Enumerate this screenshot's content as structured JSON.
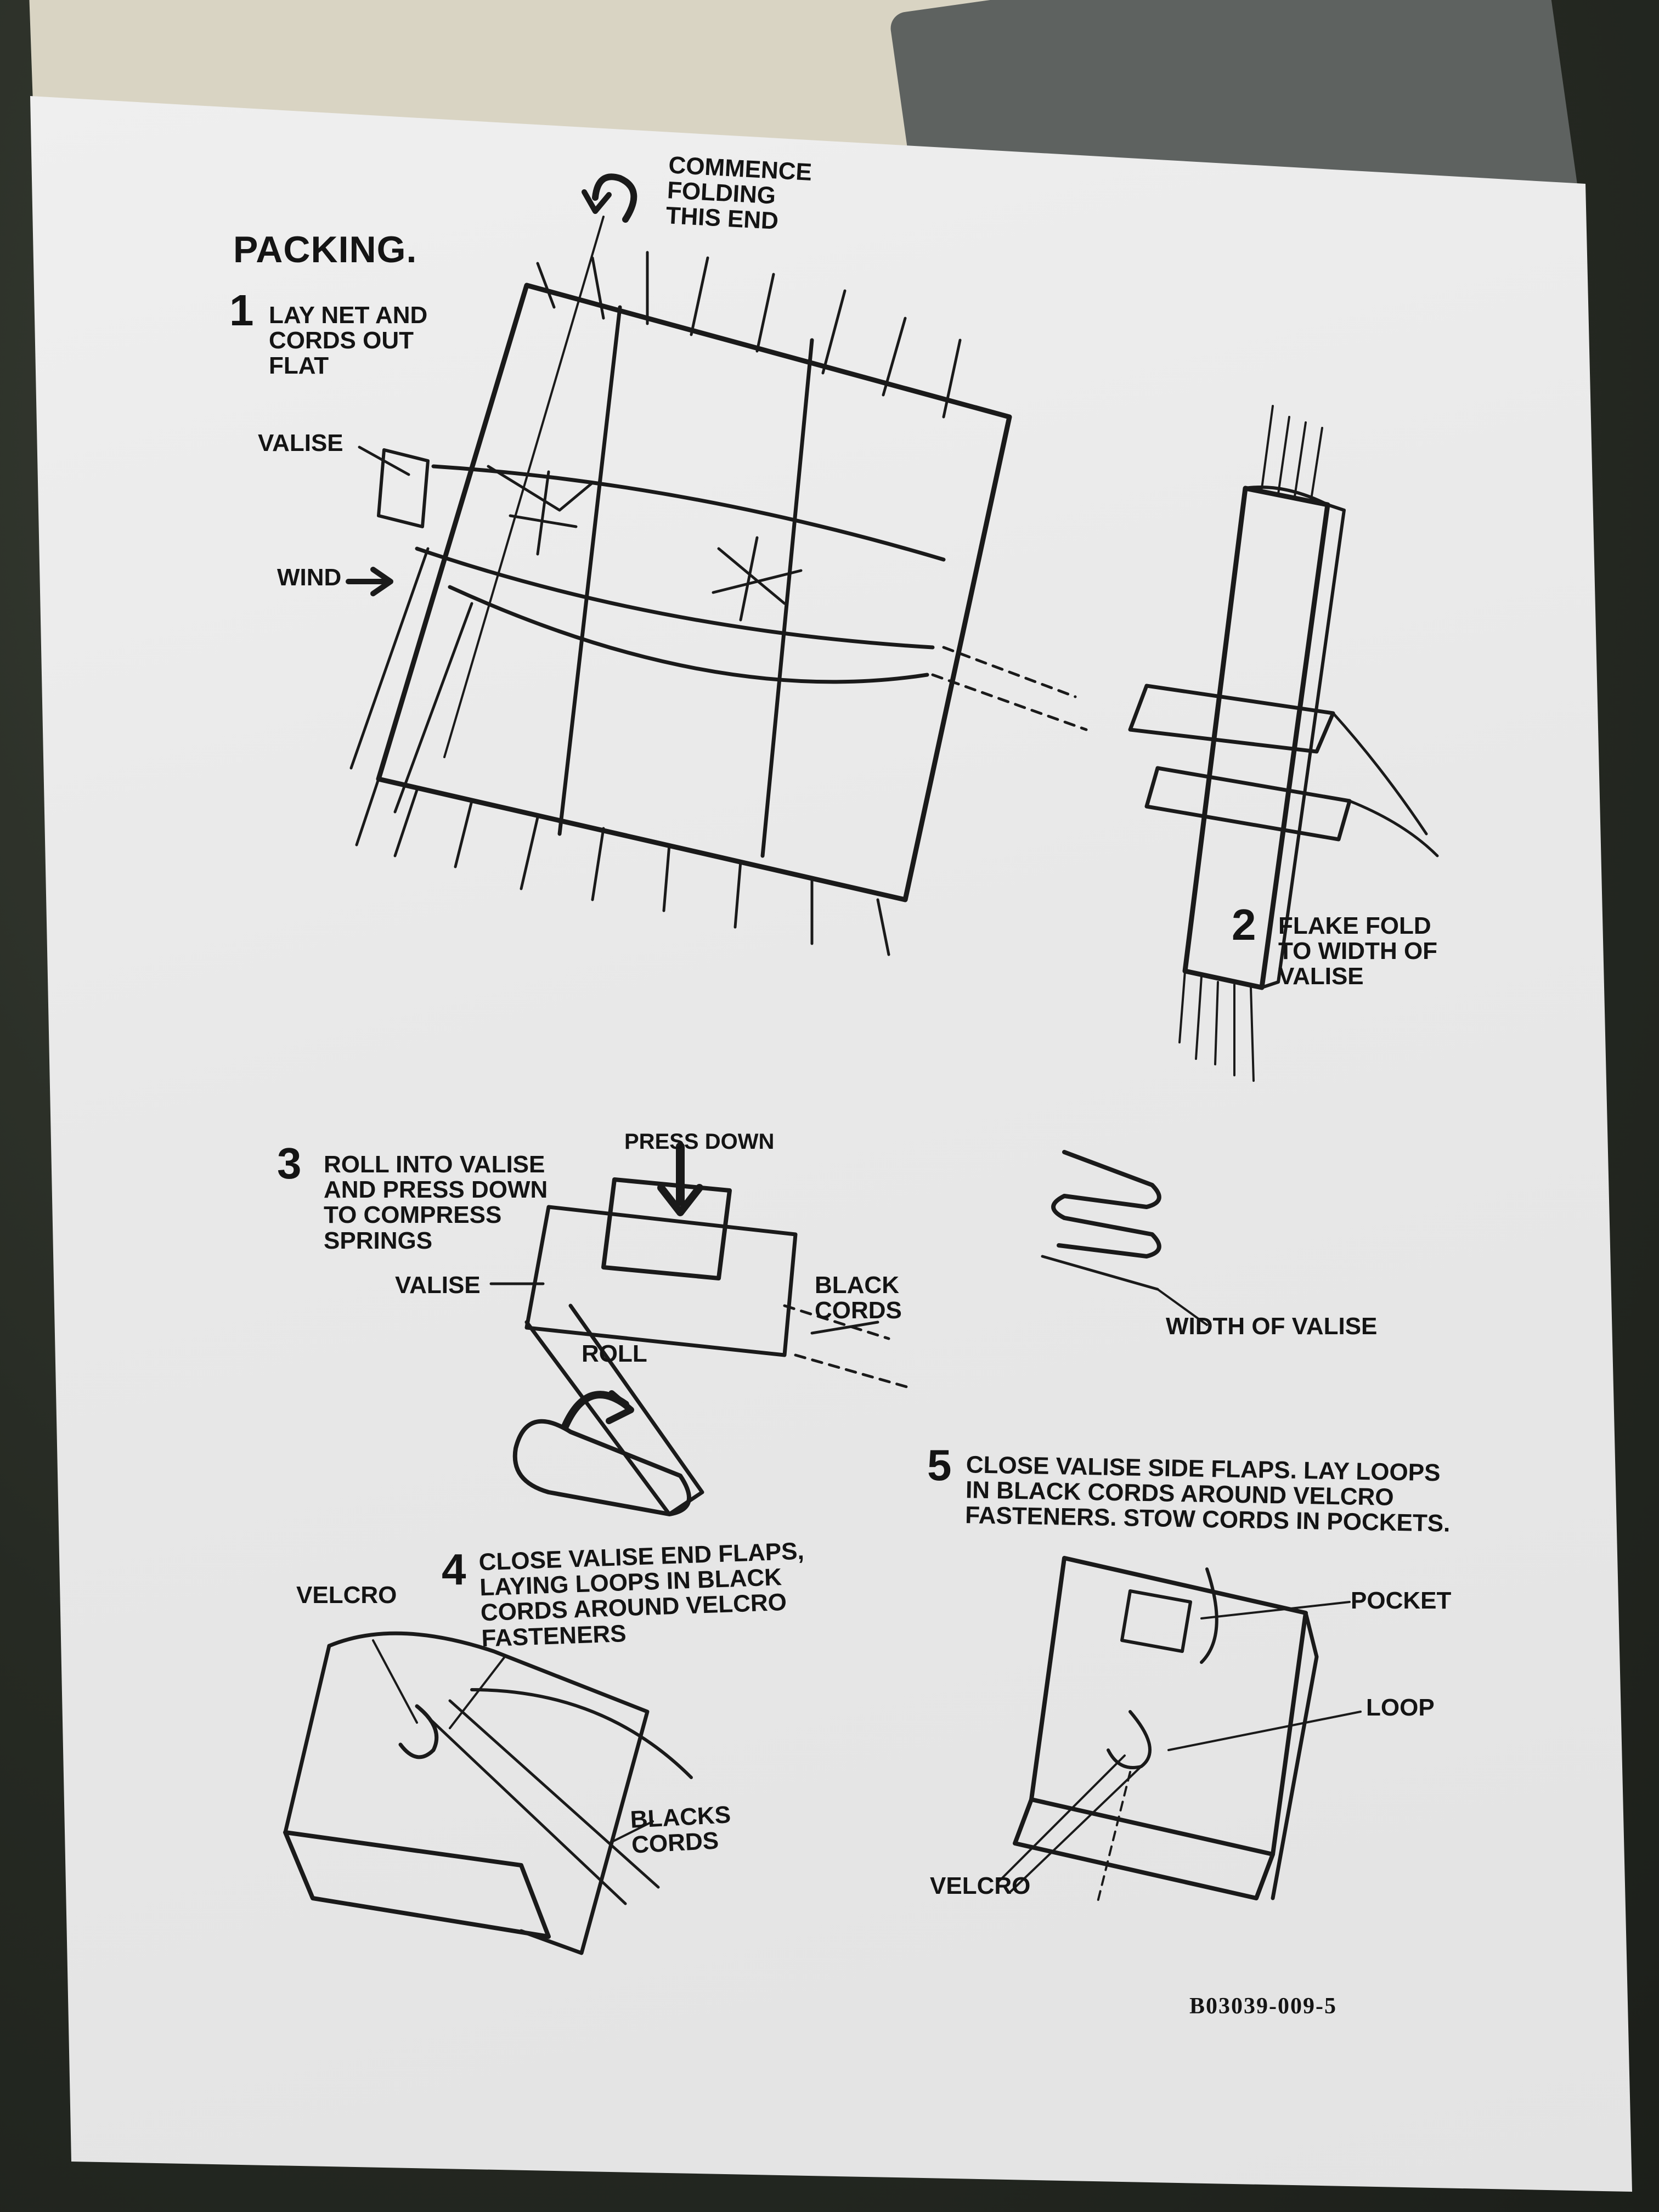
{
  "title": "PACKING.",
  "steps": [
    {
      "number": "1",
      "text": "LAY NET AND\nCORDS OUT\nFLAT"
    },
    {
      "number": "2",
      "text": "FLAKE FOLD\nTO WIDTH OF\nVALISE"
    },
    {
      "number": "3",
      "text": "ROLL INTO VALISE\nAND PRESS DOWN\nTO COMPRESS\nSPRINGS"
    },
    {
      "number": "4",
      "text": "CLOSE VALISE END FLAPS,\nLAYING LOOPS IN BLACK\nCORDS AROUND VELCRO\nFASTENERS"
    },
    {
      "number": "5",
      "text": "CLOSE VALISE SIDE FLAPS. LAY LOOPS\nIN BLACK CORDS AROUND VELCRO\nFASTENERS. STOW CORDS IN POCKETS."
    }
  ],
  "callouts": {
    "commence": "COMMENCE\nFOLDING\nTHIS END",
    "valise_1": "VALISE",
    "wind": "WIND",
    "press_down": "PRESS DOWN",
    "valise_3": "VALISE",
    "black_cords": "BLACK\nCORDS",
    "roll": "ROLL",
    "width_of_valise": "WIDTH OF VALISE",
    "velcro_4": "VELCRO",
    "blacks_cords": "BLACKS\nCORDS",
    "pocket": "POCKET",
    "loop": "LOOP",
    "velcro_5": "VELCRO"
  },
  "doc_code": "B03039-009-5",
  "icons": [
    "u-turn-arrow-icon",
    "wind-arrow-icon",
    "press-down-arrow-icon",
    "roll-arrow-icon"
  ]
}
